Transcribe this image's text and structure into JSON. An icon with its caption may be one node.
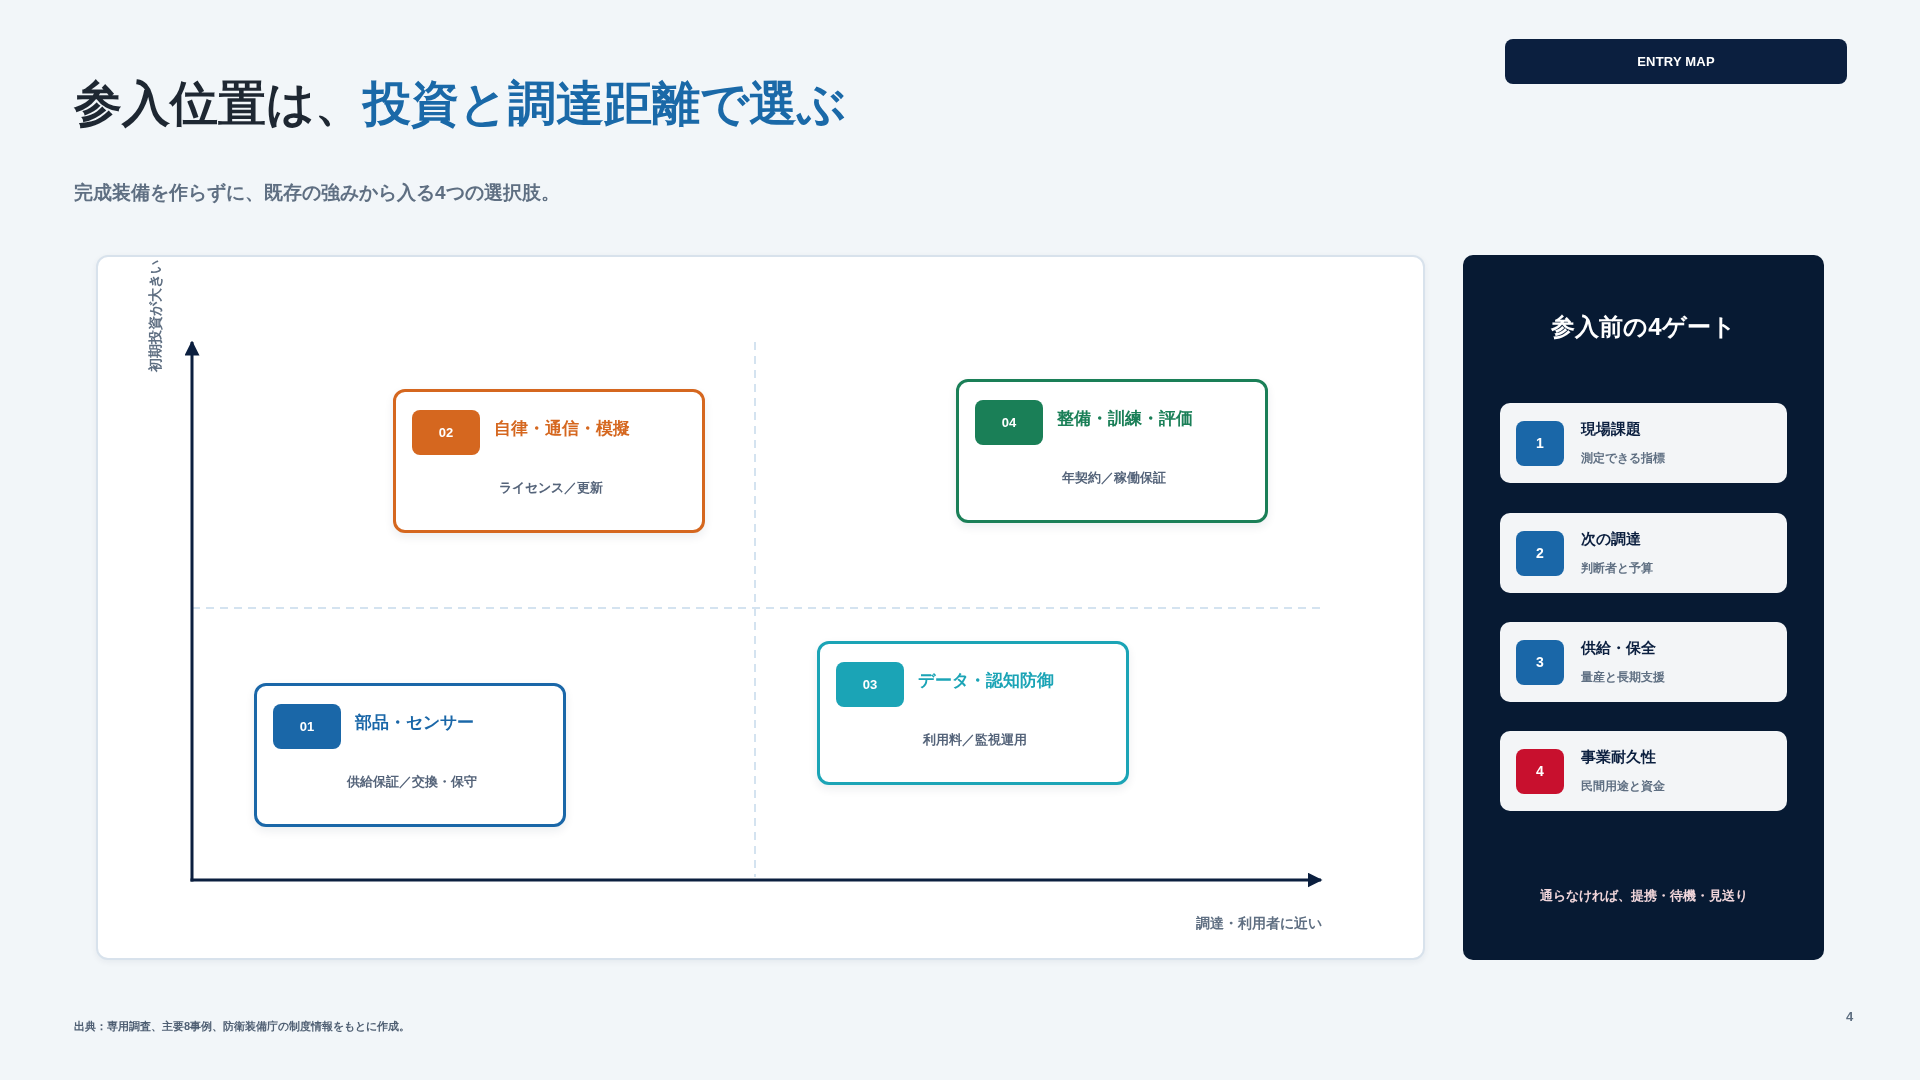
{
  "diagram": {
    "title": "参入位置は、*投資と調達距離で選ぶ*",
    "nodes": [
      {
        "text": [
          "ENTRY MAP"
        ]
      },
      {
        "text": [],
        "shape": "box"
      },
      {
        "text": [
          "自律・通信・模擬",
          "ライセンス／更新"
        ],
        "in": 1
      },
      {
        "text": [
          "02"
        ],
        "in": 2
      },
      {
        "text": [
          "整備・訓練・評価",
          "年契約／稼働保証"
        ],
        "in": 1
      },
      {
        "text": [
          "04"
        ],
        "in": 4
      },
      {
        "text": [
          "部品・センサー",
          "供給保証／交換・保守"
        ],
        "in": 1
      },
      {
        "text": [
          "01"
        ],
        "in": 6
      },
      {
        "text": [
          "データ・認知防御",
          "利用料／監視運用"
        ],
        "in": 1
      },
      {
        "text": [
          "03"
        ],
        "in": 8
      },
      {
        "text": [
          "参入前の4ゲート",
          "通らなければ、提携・待機・見送り"
        ]
      },
      {
        "text": [
          "現場課題",
          "測定できる指標"
        ],
        "in": 10
      },
      {
        "text": [
          "1"
        ],
        "in": 11
      },
      {
        "text": [
          "次の調達",
          "判断者と予算"
        ],
        "in": 10
      },
      {
        "text": [
          "2"
        ],
        "in": 13
      },
      {
        "text": [
          "供給・保全",
          "量産と長期支援"
        ],
        "in": 10
      },
      {
        "text": [
          "3"
        ],
        "in": 15
      },
      {
        "text": [
          "事業耐久性",
          "民間用途と資金"
        ],
        "in": 10
      },
      {
        "text": [
          "4"
        ],
        "in": 17
      }
    ],
    "labels": [
      "完成装備を作らずに、既存の強みから入る4つの選択肢。",
      "初期投資が大きい",
      "調達・利用者に近い",
      "出典：専用調査、主要8事例、防衛装備庁の制度情報をもとに作成。",
      "4"
    ]
  }
}
